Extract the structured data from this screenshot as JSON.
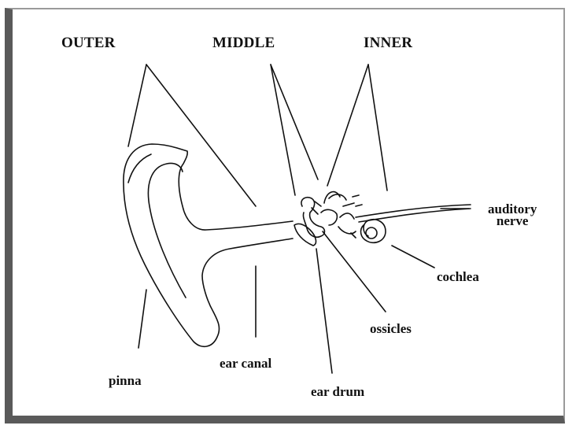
{
  "sections": {
    "outer": "OUTER",
    "middle": "MIDDLE",
    "inner": "INNER"
  },
  "parts": {
    "pinna": "pinna",
    "ear_canal": "ear canal",
    "ear_drum": "ear drum",
    "ossicles": "ossicles",
    "cochlea": "cochlea",
    "auditory_nerve": [
      "auditory",
      "nerve"
    ]
  },
  "colors": {
    "ink": "#111111",
    "frame_shadow": "#5a5a5a"
  }
}
